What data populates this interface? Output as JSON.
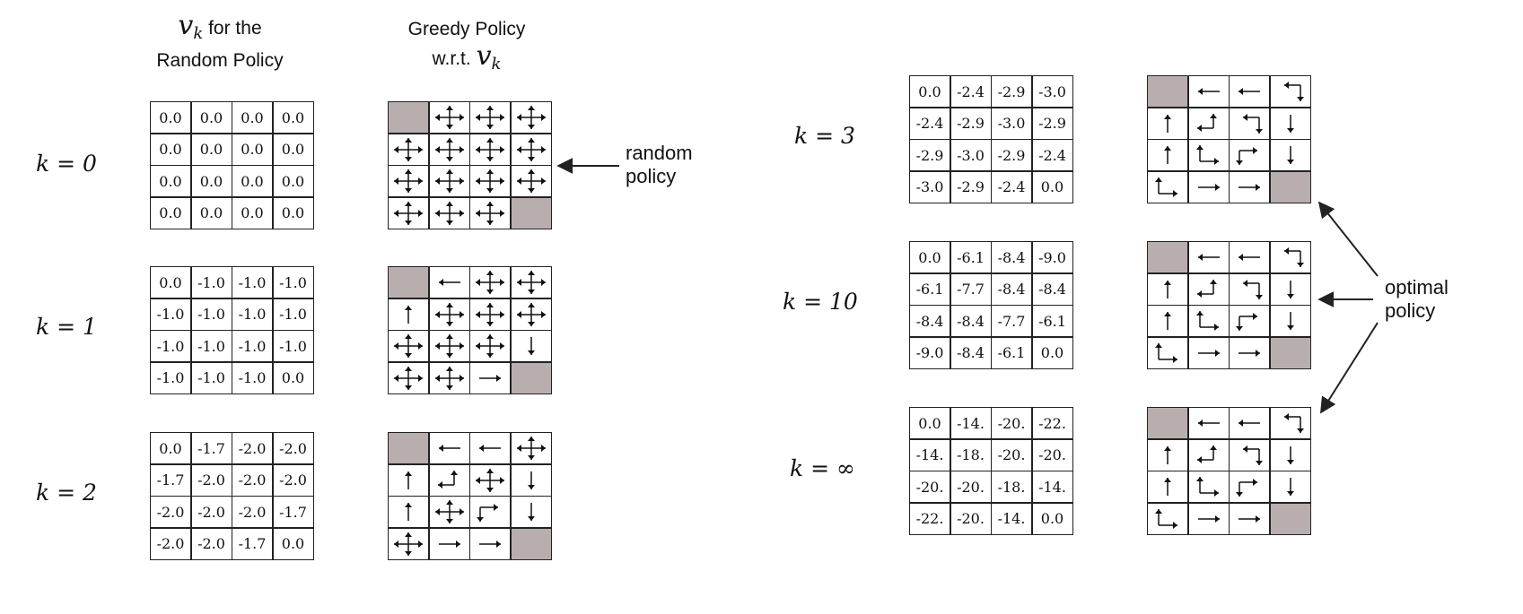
{
  "headers": {
    "value_col": {
      "symbol": "v",
      "subscript": "k",
      "text1": " for the",
      "text2": "Random Policy"
    },
    "policy_col": {
      "line1": "Greedy Policy",
      "line2_text": "w.r.t. ",
      "symbol": "v",
      "subscript": "k"
    }
  },
  "annotations": {
    "random_policy": [
      "random",
      "policy"
    ],
    "optimal_policy": [
      "optimal",
      "policy"
    ]
  },
  "colors": {
    "terminal": "#b9aeae",
    "line": "#222222"
  },
  "rows": [
    {
      "k_label": "k = 0",
      "values": [
        [
          "0.0",
          "0.0",
          "0.0",
          "0.0"
        ],
        [
          "0.0",
          "0.0",
          "0.0",
          "0.0"
        ],
        [
          "0.0",
          "0.0",
          "0.0",
          "0.0"
        ],
        [
          "0.0",
          "0.0",
          "0.0",
          "0.0"
        ]
      ],
      "policy": [
        [
          "T",
          "urdl",
          "urdl",
          "urdl"
        ],
        [
          "urdl",
          "urdl",
          "urdl",
          "urdl"
        ],
        [
          "urdl",
          "urdl",
          "urdl",
          "urdl"
        ],
        [
          "urdl",
          "urdl",
          "urdl",
          "T"
        ]
      ]
    },
    {
      "k_label": "k = 1",
      "values": [
        [
          "0.0",
          "-1.0",
          "-1.0",
          "-1.0"
        ],
        [
          "-1.0",
          "-1.0",
          "-1.0",
          "-1.0"
        ],
        [
          "-1.0",
          "-1.0",
          "-1.0",
          "-1.0"
        ],
        [
          "-1.0",
          "-1.0",
          "-1.0",
          "0.0"
        ]
      ],
      "policy": [
        [
          "T",
          "l",
          "urdl",
          "urdl"
        ],
        [
          "u",
          "urdl",
          "urdl",
          "urdl"
        ],
        [
          "urdl",
          "urdl",
          "urdl",
          "d"
        ],
        [
          "urdl",
          "urdl",
          "r",
          "T"
        ]
      ]
    },
    {
      "k_label": "k = 2",
      "values": [
        [
          "0.0",
          "-1.7",
          "-2.0",
          "-2.0"
        ],
        [
          "-1.7",
          "-2.0",
          "-2.0",
          "-2.0"
        ],
        [
          "-2.0",
          "-2.0",
          "-2.0",
          "-1.7"
        ],
        [
          "-2.0",
          "-2.0",
          "-1.7",
          "0.0"
        ]
      ],
      "policy": [
        [
          "T",
          "l",
          "l",
          "urdl"
        ],
        [
          "u",
          "ul",
          "urdl",
          "d"
        ],
        [
          "u",
          "urdl",
          "rd",
          "d"
        ],
        [
          "urdl",
          "r",
          "r",
          "T"
        ]
      ]
    },
    {
      "k_label": "k = 3",
      "values": [
        [
          "0.0",
          "-2.4",
          "-2.9",
          "-3.0"
        ],
        [
          "-2.4",
          "-2.9",
          "-3.0",
          "-2.9"
        ],
        [
          "-2.9",
          "-3.0",
          "-2.9",
          "-2.4"
        ],
        [
          "-3.0",
          "-2.9",
          "-2.4",
          "0.0"
        ]
      ],
      "policy": [
        [
          "T",
          "l",
          "l",
          "ld"
        ],
        [
          "u",
          "ul",
          "ld",
          "d"
        ],
        [
          "u",
          "ur",
          "rd",
          "d"
        ],
        [
          "ur",
          "r",
          "r",
          "T"
        ]
      ]
    },
    {
      "k_label": "k = 10",
      "values": [
        [
          "0.0",
          "-6.1",
          "-8.4",
          "-9.0"
        ],
        [
          "-6.1",
          "-7.7",
          "-8.4",
          "-8.4"
        ],
        [
          "-8.4",
          "-8.4",
          "-7.7",
          "-6.1"
        ],
        [
          "-9.0",
          "-8.4",
          "-6.1",
          "0.0"
        ]
      ],
      "policy": [
        [
          "T",
          "l",
          "l",
          "ld"
        ],
        [
          "u",
          "ul",
          "ld",
          "d"
        ],
        [
          "u",
          "ur",
          "rd",
          "d"
        ],
        [
          "ur",
          "r",
          "r",
          "T"
        ]
      ]
    },
    {
      "k_label": "k = ∞",
      "values": [
        [
          "0.0",
          "-14.",
          "-20.",
          "-22."
        ],
        [
          "-14.",
          "-18.",
          "-20.",
          "-20."
        ],
        [
          "-20.",
          "-20.",
          "-18.",
          "-14."
        ],
        [
          "-22.",
          "-20.",
          "-14.",
          "0.0"
        ]
      ],
      "policy": [
        [
          "T",
          "l",
          "l",
          "ld"
        ],
        [
          "u",
          "ul",
          "ld",
          "d"
        ],
        [
          "u",
          "ur",
          "rd",
          "d"
        ],
        [
          "ur",
          "r",
          "r",
          "T"
        ]
      ]
    }
  ]
}
